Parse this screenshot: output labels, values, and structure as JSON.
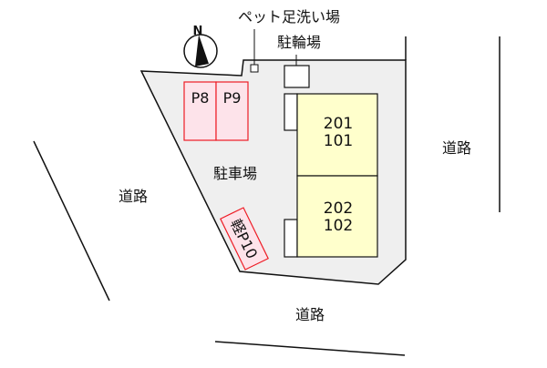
{
  "labels": {
    "pet_wash": "ペット足洗い場",
    "bicycle": "駐輪場",
    "parking": "駐車場",
    "road_left": "道路",
    "road_right": "道路",
    "road_bottom": "道路",
    "north": "N"
  },
  "parking_spaces": [
    "P8",
    "P9",
    "軽P10"
  ],
  "units": [
    {
      "upper": "201",
      "lower": "101"
    },
    {
      "upper": "202",
      "lower": "102"
    }
  ],
  "colors": {
    "lot": "#efefef",
    "building": "#ffffcc",
    "parking_fill": "#fde3ea",
    "parking_border": "#ee1c25"
  }
}
